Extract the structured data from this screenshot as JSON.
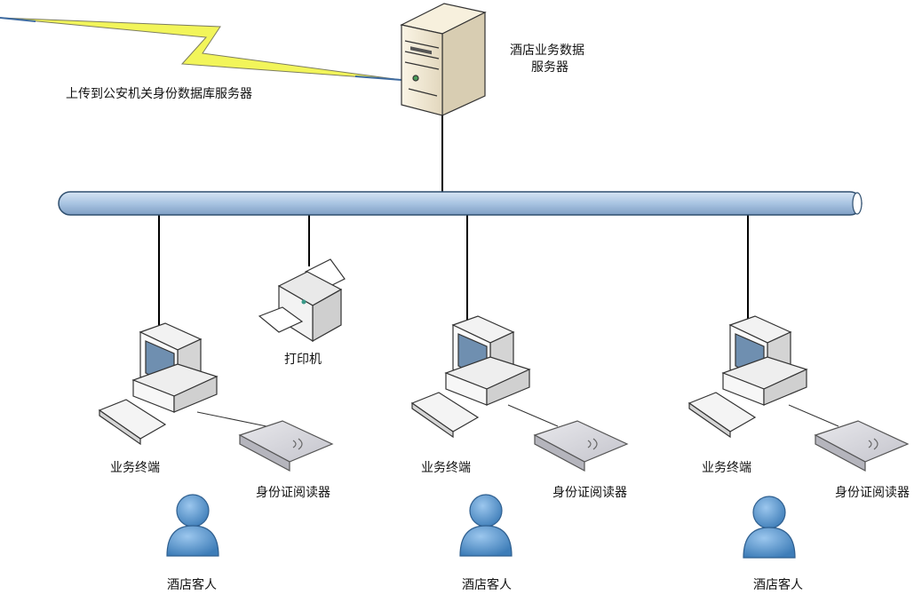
{
  "labels": {
    "upload": "上传到公安机关身份数据库服务器",
    "server_line1": "酒店业务数据",
    "server_line2": "服务器",
    "printer": "打印机",
    "terminal": "业务终端",
    "reader": "身份证阅读器",
    "guest": "酒店客人"
  },
  "groups": [
    {
      "terminal": "业务终端",
      "reader": "身份证阅读器",
      "guest": "酒店客人"
    },
    {
      "terminal": "业务终端",
      "reader": "身份证阅读器",
      "guest": "酒店客人"
    },
    {
      "terminal": "业务终端",
      "reader": "身份证阅读器",
      "guest": "酒店客人"
    }
  ],
  "colors": {
    "bus_fill": "#a9c4e2",
    "bus_stroke": "#2f4f6f",
    "lightning": "#f2f55a",
    "person": "#4f8fc8",
    "device_body": "#f0f0f0",
    "device_stroke": "#333333"
  },
  "icons": [
    "server-icon",
    "printer-icon",
    "computer-icon",
    "keyboard-icon",
    "card-reader-icon",
    "person-icon",
    "lightning-icon"
  ]
}
